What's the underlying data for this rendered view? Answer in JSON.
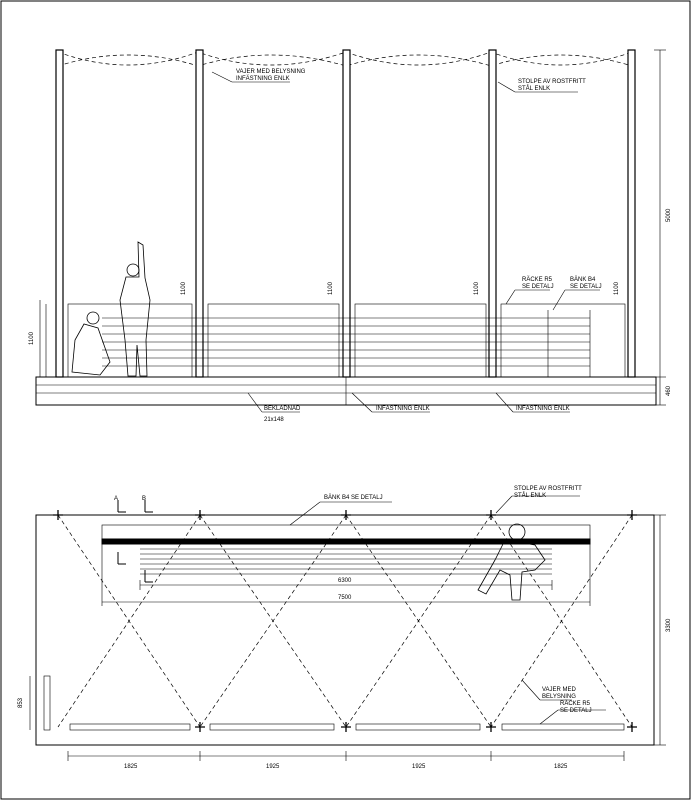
{
  "elevation": {
    "wire_label_1": "VAJER MED BELYSNING",
    "wire_label_2": "INFÄSTNING ENLK",
    "post_label_1": "STOLPE AV ROSTFRITT",
    "post_label_2": "STÅL ENLK",
    "railing_label": "RÄCKE R5",
    "railing_label_2": "SE DETALJ",
    "bench_label": "BÄNK B4",
    "bench_label_2": "SE DETALJ",
    "rail_height": "1100",
    "height_left": "1100",
    "height_total": "5000",
    "base_height": "460",
    "cladding_label_1": "BEKLÄDNAD",
    "cladding_label_2": "21x148",
    "fixing_label_a": "INFÄSTNING ENLK",
    "fixing_label_b": "INFÄSTNING ENLK"
  },
  "plan": {
    "bench_label": "BÄNK B4 SE DETALJ",
    "post_label_1": "STOLPE AV ROSTFRITT",
    "post_label_2": "STÅL ENLK",
    "dim_bench": "6300",
    "dim_overall": "7500",
    "dim_depth": "3300",
    "dim_side": "853",
    "wire_label_1": "VAJER MED",
    "wire_label_2": "BELYSNING",
    "railing_label_1": "RÄCKE R5",
    "railing_label_2": "SE DETALJ",
    "section_a": "A",
    "section_b": "B",
    "bottom_dims": [
      "1825",
      "1925",
      "1925",
      "1825"
    ]
  },
  "colors": {
    "line": "#000000",
    "background": "#ffffff"
  }
}
